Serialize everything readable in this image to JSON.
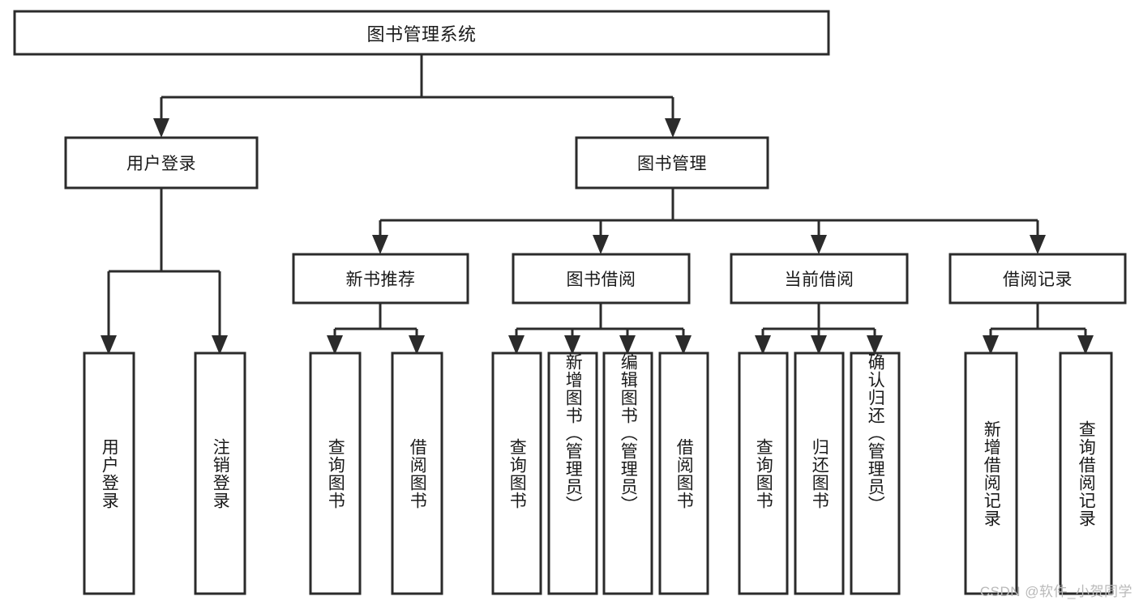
{
  "diagram": {
    "type": "hierarchy-tree",
    "title": "图书管理系统",
    "root": {
      "id": "root",
      "label": "图书管理系统",
      "level": 0
    },
    "level2": [
      {
        "id": "user-login",
        "label": "用户登录"
      },
      {
        "id": "book-management",
        "label": "图书管理"
      }
    ],
    "level3": [
      {
        "id": "new-book-recommend",
        "label": "新书推荐",
        "parent": "book-management"
      },
      {
        "id": "book-borrow",
        "label": "图书借阅",
        "parent": "book-management"
      },
      {
        "id": "current-borrow",
        "label": "当前借阅",
        "parent": "book-management"
      },
      {
        "id": "borrow-record",
        "label": "借阅记录",
        "parent": "book-management"
      }
    ],
    "leaves": [
      {
        "id": "leaf-user-login",
        "label": "用户登录",
        "parent": "user-login"
      },
      {
        "id": "leaf-logout-login",
        "label": "注销登录",
        "parent": "user-login"
      },
      {
        "id": "leaf-query-book-1",
        "label": "查询图书",
        "parent": "new-book-recommend"
      },
      {
        "id": "leaf-borrow-book-1",
        "label": "借阅图书",
        "parent": "new-book-recommend"
      },
      {
        "id": "leaf-query-book-2",
        "label": "查询图书",
        "parent": "book-borrow"
      },
      {
        "id": "leaf-add-book",
        "label": "新增图书（管理员）",
        "parent": "book-borrow"
      },
      {
        "id": "leaf-edit-book",
        "label": "编辑图书（管理员）",
        "parent": "book-borrow"
      },
      {
        "id": "leaf-borrow-book-2",
        "label": "借阅图书",
        "parent": "book-borrow"
      },
      {
        "id": "leaf-query-book-3",
        "label": "查询图书",
        "parent": "current-borrow"
      },
      {
        "id": "leaf-return-book",
        "label": "归还图书",
        "parent": "current-borrow"
      },
      {
        "id": "leaf-confirm-return",
        "label": "确认归还（管理员）",
        "parent": "current-borrow"
      },
      {
        "id": "leaf-add-record",
        "label": "新增借阅记录",
        "parent": "borrow-record"
      },
      {
        "id": "leaf-query-record",
        "label": "查询借阅记录",
        "parent": "borrow-record"
      }
    ],
    "colors": {
      "stroke": "#2b2b2b",
      "fill": "#ffffff",
      "text": "#1a1a1a",
      "watermark": "#b9b9b9",
      "background": "#ffffff"
    }
  },
  "watermark": {
    "text": "CSDN @软件_小贺同学"
  }
}
